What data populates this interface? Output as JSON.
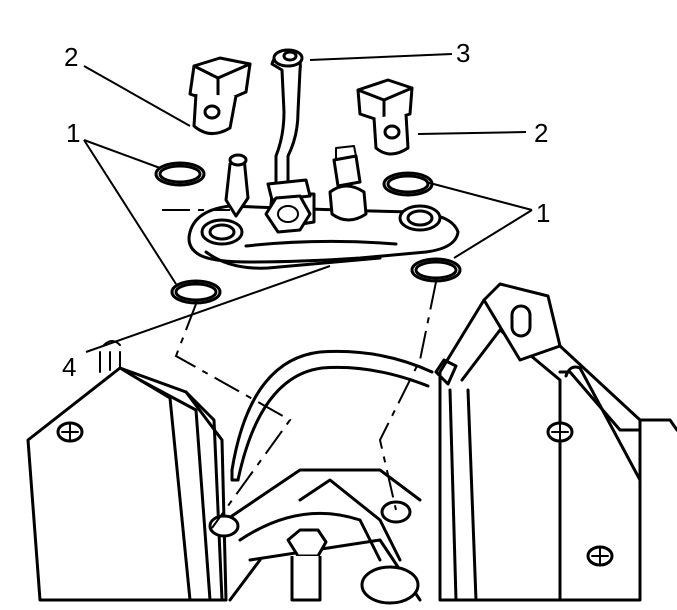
{
  "callouts": {
    "seal_left": "1",
    "seal_right": "1",
    "bolt_left": "2",
    "bolt_right": "2",
    "pipe": "3",
    "manifold": "4"
  }
}
